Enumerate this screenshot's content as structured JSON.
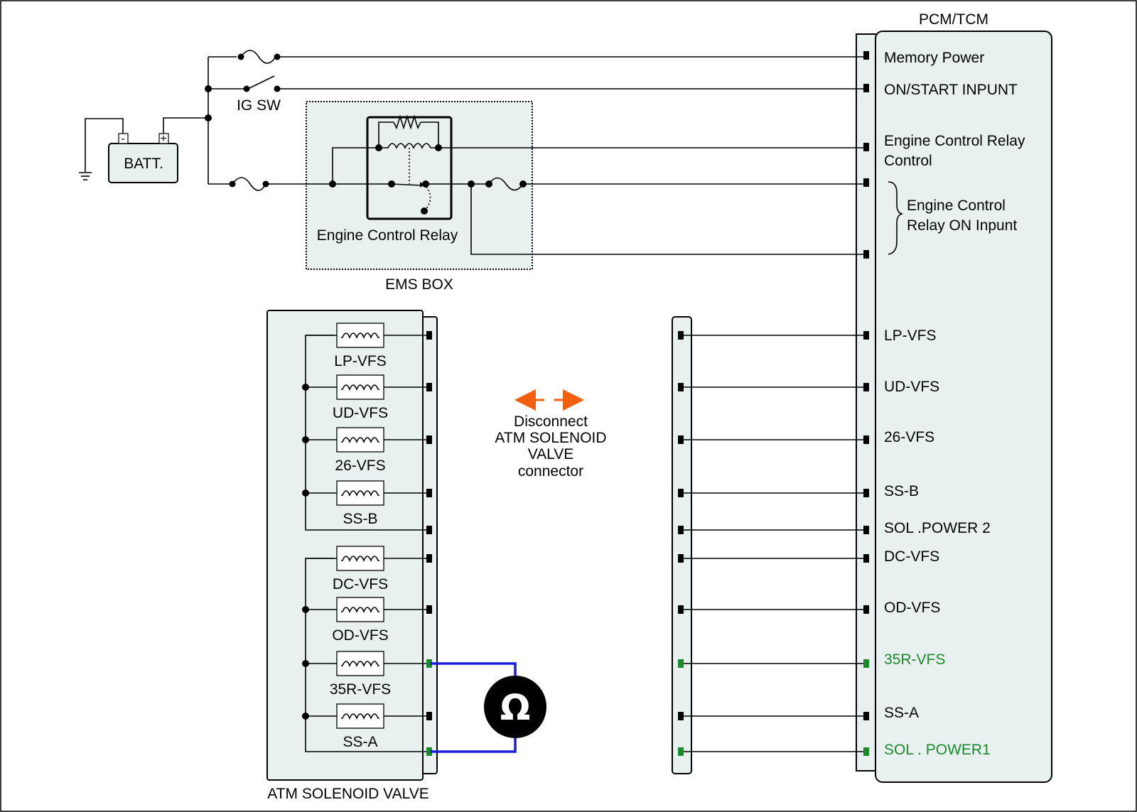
{
  "pcm": {
    "title": "PCM/TCM",
    "memory_power": "Memory Power",
    "on_start_input": "ON/START  INPUNT",
    "ecr_control_l1": "Engine Control Relay",
    "ecr_control_l2": "Control",
    "ecr_on_l1": "Engine Control",
    "ecr_on_l2": "Relay ON Inpunt"
  },
  "power": {
    "battery": "BATT.",
    "battery_neg": "-",
    "battery_pos": "+",
    "ig_switch": "IG SW"
  },
  "ems": {
    "box_label": "EMS BOX",
    "relay_label": "Engine Control Relay"
  },
  "connector_note": {
    "line1": "Disconnect",
    "line2": "ATM SOLENOID",
    "line3": "VALVE",
    "line4": "connector"
  },
  "solenoid_valve": {
    "label": "ATM SOLENOID VALVE",
    "coils": [
      "LP-VFS",
      "UD-VFS",
      "26-VFS",
      "SS-B",
      "DC-VFS",
      "OD-VFS",
      "35R-VFS",
      "SS-A"
    ]
  },
  "pcm_pins": [
    "LP-VFS",
    "UD-VFS",
    "26-VFS",
    "SS-B",
    "SOL .POWER 2",
    "DC-VFS",
    "OD-VFS",
    "35R-VFS",
    "SS-A",
    "SOL . POWER1"
  ],
  "meter": {
    "symbol": "Ω"
  },
  "colors": {
    "measured": "#1a8a2a",
    "meter_lead": "#1a1adc",
    "arrow": "#f06010",
    "box_fill": "#e8f0f0"
  }
}
